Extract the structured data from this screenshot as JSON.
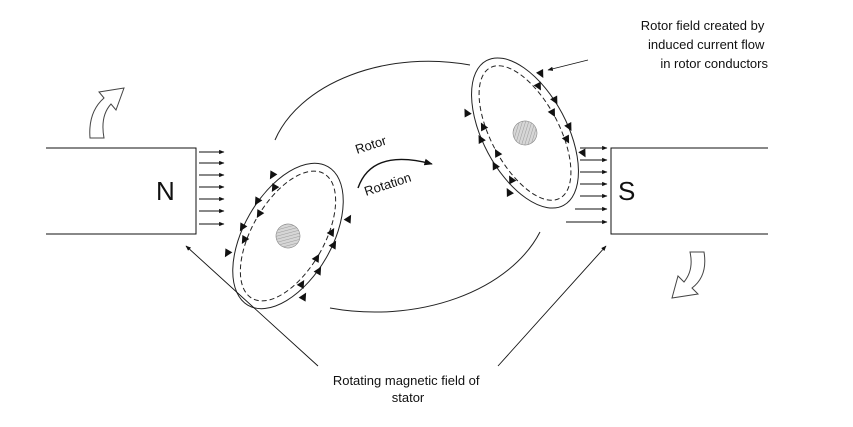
{
  "diagram": {
    "poles": {
      "north": "N",
      "south": "S"
    },
    "labels": {
      "rotor_field_lines": [
        "Rotor field created by",
        "induced current flow",
        "in rotor conductors"
      ],
      "stator_field_lines": [
        "Rotating magnetic field of",
        "stator"
      ],
      "rotor_word": "Rotor",
      "rotation_word": "Rotation"
    },
    "colors": {
      "ink": "#111111",
      "background": "#ffffff",
      "conductor_fill": "#c8c8c8"
    },
    "icons": [
      "curved-arrow-icon",
      "curved-arrow-icon"
    ]
  }
}
